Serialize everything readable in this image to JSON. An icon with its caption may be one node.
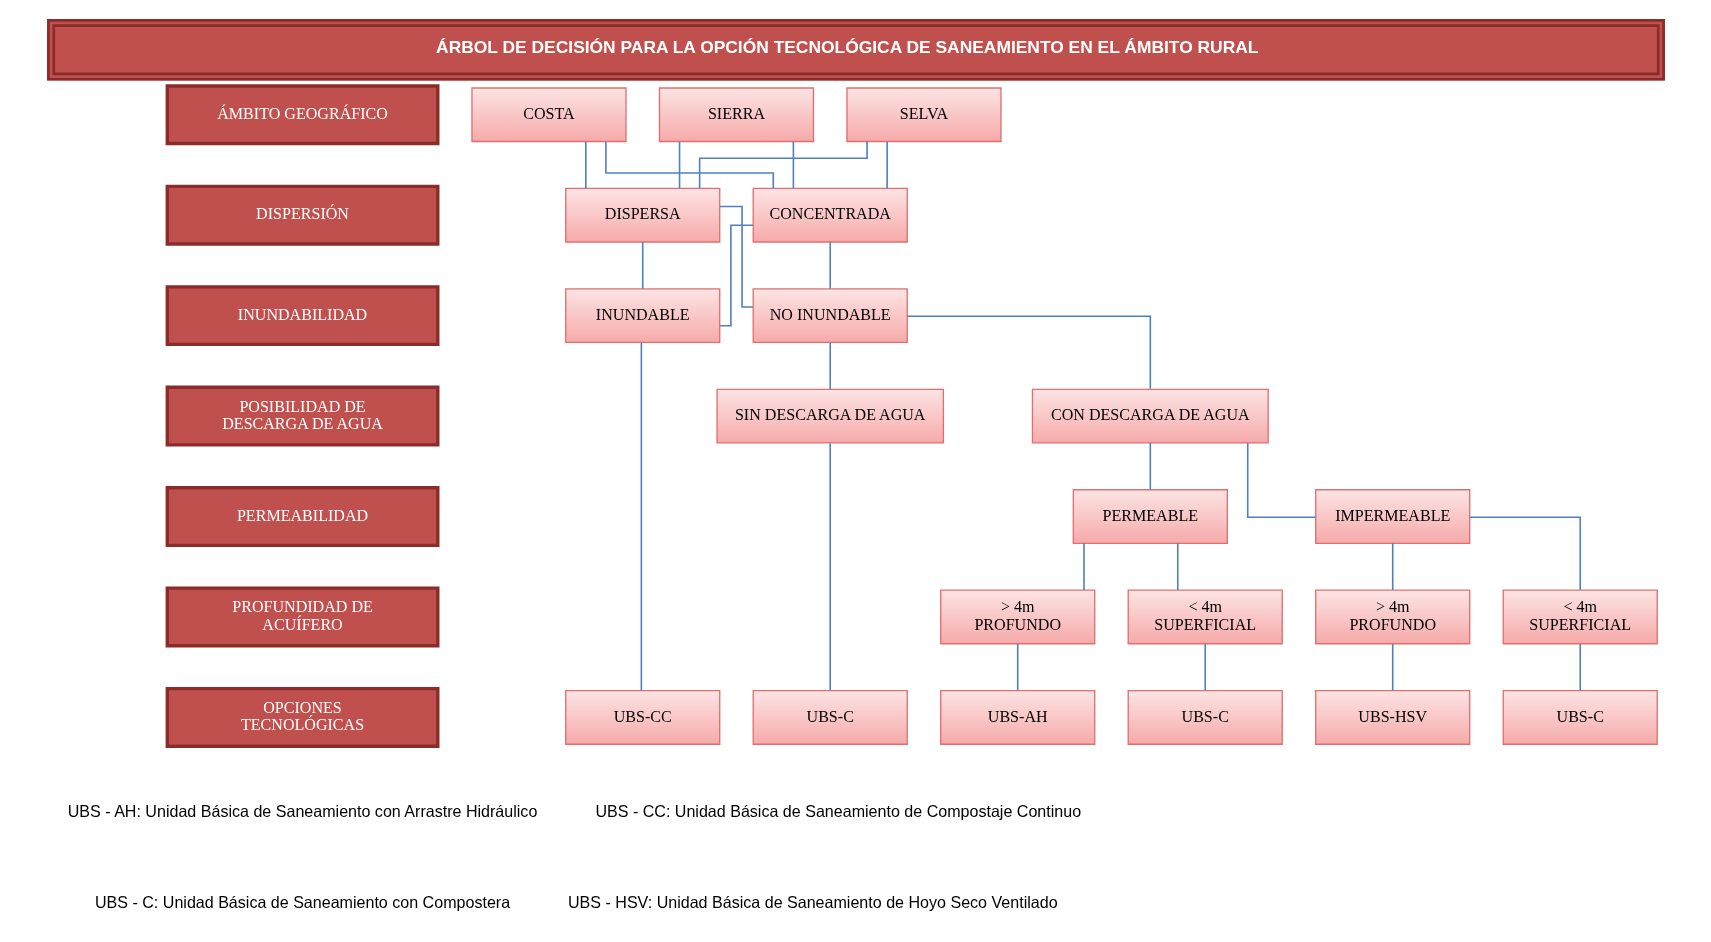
{
  "diagram": {
    "title": "ÁRBOL DE DECISIÓN PARA LA OPCIÓN TECNOLÓGICA DE SANEAMIENTO EN EL ÁMBITO RURAL",
    "nodes": [
      {
        "text": [
          "ÁMBITO GEOGRÁFICO"
        ]
      },
      {
        "text": [
          "DISPERSIÓN"
        ]
      },
      {
        "text": [
          "INUNDABILIDAD"
        ]
      },
      {
        "text": [
          "POSIBILIDAD DE DESCARGA DE AGUA"
        ]
      },
      {
        "text": [
          "PERMEABILIDAD"
        ]
      },
      {
        "text": [
          "PROFUNDIDAD DE ACUÍFERO"
        ]
      },
      {
        "text": [
          "OPCIONES TECNOLÓGICAS"
        ]
      },
      {
        "text": [
          "COSTA"
        ]
      },
      {
        "text": [
          "SIERRA"
        ]
      },
      {
        "text": [
          "SELVA"
        ]
      },
      {
        "text": [
          "DISPERSA"
        ]
      },
      {
        "text": [
          "CONCENTRADA"
        ]
      },
      {
        "text": [
          "INUNDABLE"
        ]
      },
      {
        "text": [
          "NO INUNDABLE"
        ]
      },
      {
        "text": [
          "CON DESCARGA DE AGUA"
        ]
      },
      {
        "text": [
          "SIN DESCARGA DE AGUA"
        ]
      },
      {
        "text": [
          "IMPERMEABLE"
        ]
      },
      {
        "text": [
          "PERMEABLE"
        ]
      },
      {
        "text": [
          "< 4m SUPERFICIAL"
        ]
      },
      {
        "text": [
          "> 4m PROFUNDO"
        ]
      },
      {
        "text": [
          "< 4m SUPERFICIAL"
        ]
      },
      {
        "text": [
          "> 4m PROFUNDO"
        ]
      },
      {
        "text": [
          "UBS-CC"
        ]
      },
      {
        "text": [
          "UBS-C"
        ]
      },
      {
        "text": [
          "UBS-HSV"
        ]
      },
      {
        "text": [
          "UBS-C"
        ]
      },
      {
        "text": [
          "UBS-AH"
        ]
      },
      {
        "text": [
          "UBS-C"
        ]
      }
    ],
    "edges": [
      {
        "from": 7,
        "to": 10,
        "arrow": "none"
      },
      {
        "from": 7,
        "to": 11,
        "arrow": "none"
      },
      {
        "from": 8,
        "to": 10,
        "arrow": "none"
      },
      {
        "from": 8,
        "to": 11,
        "arrow": "none"
      },
      {
        "from": 9,
        "to": 10,
        "arrow": "none"
      },
      {
        "from": 9,
        "to": 11,
        "arrow": "none"
      },
      {
        "from": 10,
        "to": 12,
        "arrow": "none"
      },
      {
        "from": 10,
        "to": 13,
        "arrow": "none"
      },
      {
        "from": 11,
        "to": 12,
        "arrow": "none"
      },
      {
        "from": 11,
        "to": 13,
        "arrow": "none"
      },
      {
        "from": 12,
        "to": 22,
        "arrow": "none"
      },
      {
        "from": 13,
        "to": 14,
        "arrow": "none"
      },
      {
        "from": 13,
        "to": 15,
        "arrow": "none"
      },
      {
        "from": 14,
        "to": 16,
        "arrow": "none"
      },
      {
        "from": 14,
        "to": 17,
        "arrow": "none"
      },
      {
        "from": 16,
        "to": 18,
        "arrow": "none"
      },
      {
        "from": 16,
        "to": 19,
        "arrow": "none"
      },
      {
        "from": 17,
        "to": 20,
        "arrow": "none"
      },
      {
        "from": 17,
        "to": 21,
        "arrow": "none"
      },
      {
        "from": 18,
        "to": 23,
        "arrow": "none"
      },
      {
        "from": 19,
        "to": 24,
        "arrow": "none"
      },
      {
        "from": 20,
        "to": 25,
        "arrow": "none"
      },
      {
        "from": 21,
        "to": 26,
        "arrow": "none"
      },
      {
        "from": 15,
        "to": 27,
        "arrow": "none"
      }
    ],
    "labels": [
      "UBS - AH: Unidad Básica de Saneamiento con Arrastre Hidráulico",
      "UBS - CC: Unidad Básica de Saneamiento de Compostaje Continuo",
      "UBS - C: Unidad Básica de Saneamiento con Compostera",
      "UBS - HSV: Unidad Básica de Saneamiento de Hoyo Seco Ventilado"
    ]
  }
}
